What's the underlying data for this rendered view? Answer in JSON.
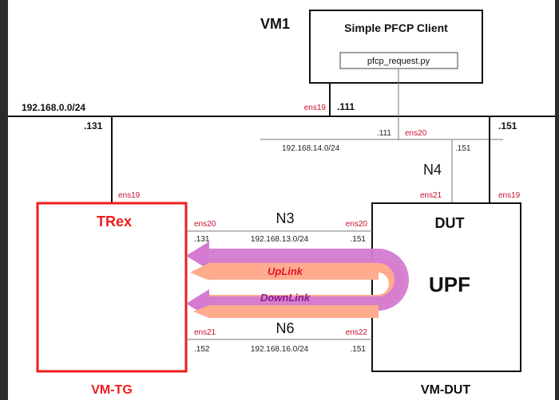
{
  "labels": {
    "vm1": "VM1",
    "pfcp_client": "Simple PFCP Client",
    "pfcp_script": "pfcp_request.py",
    "mgmt_net": "192.168.0.0/24",
    "mgmt_trex_ip": ".131",
    "mgmt_vm1_if": "ens19",
    "mgmt_vm1_ip": ".111",
    "mgmt_dut_ip": ".151",
    "n4_net": "192.168.14.0/24",
    "n4_vm1_ip": ".111",
    "n4_vm1_if": "ens20",
    "n4_dut_ip": ".151",
    "n4": "N4",
    "dut_n4_if": "ens21",
    "dut_mgmt_if": "ens19",
    "trex_mgmt_if": "ens19",
    "trex": "TRex",
    "vm_tg": "VM-TG",
    "dut": "DUT",
    "upf": "UPF",
    "vm_dut": "VM-DUT",
    "n3": "N3",
    "n3_net": "192.168.13.0/24",
    "n3_trex_if": "ens20",
    "n3_trex_ip": ".131",
    "n3_dut_if": "ens20",
    "n3_dut_ip": ".151",
    "n6": "N6",
    "n6_net": "192.168.16.0/24",
    "n6_trex_if": "ens21",
    "n6_trex_ip": ".152",
    "n6_dut_if": "ens22",
    "n6_dut_ip": ".151",
    "uplink": "UpLink",
    "downlink": "DownLink"
  },
  "colors": {
    "trex_red": "#ee1c1c",
    "if_red": "#c8102e",
    "uplink_text": "#e0142a",
    "downlink_text": "#8b1a8b",
    "pink_arrow": "#ffab8e",
    "magenta_arrow": "#d47bd1"
  }
}
